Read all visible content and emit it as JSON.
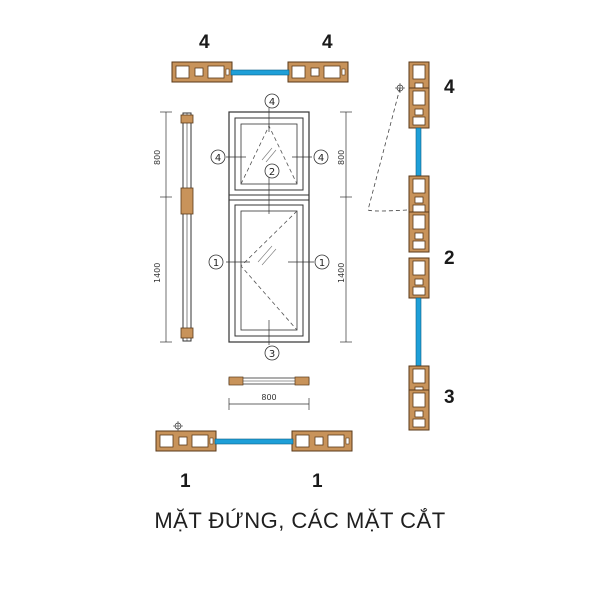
{
  "title": "MẶT ĐỨNG, CÁC MẶT CẮT",
  "section_labels": {
    "top_left": "4",
    "top_right": "4",
    "right_top": "4",
    "right_mid": "2",
    "right_bottom": "3",
    "bottom_left": "1",
    "bottom_right": "1"
  },
  "dimensions": {
    "left_upper": "800",
    "left_lower": "1400",
    "right_upper": "800",
    "right_lower": "1400",
    "bottom_width": "800"
  },
  "callouts": {
    "top": "4",
    "upper_left": "4",
    "upper_right": "4",
    "center": "2",
    "lower_left": "1",
    "lower_right": "1",
    "bottom": "3"
  },
  "colors": {
    "profile_fill": "#c8935a",
    "profile_stroke": "#5a3a1a",
    "glass": "#1e9fd8",
    "line": "#333333"
  }
}
